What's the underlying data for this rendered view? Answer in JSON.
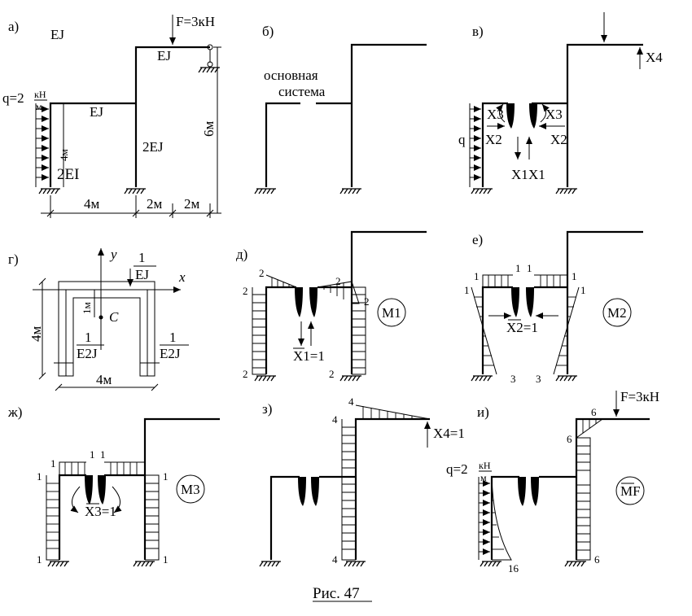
{
  "caption": "Рис. 47",
  "panels": {
    "a": {
      "label": "а)",
      "ej_top_left": "EJ",
      "ej_top": "EJ",
      "ej_beam": "EJ",
      "ej_column": "2EJ",
      "ei_left": "2EI",
      "force": "F=3кН",
      "load_q": "q=2",
      "load_unit_num": "кН",
      "load_unit_den": "м",
      "dim_4m_v": "4м",
      "dim_6m": "6м",
      "dim_4m": "4м",
      "dim_2m_1": "2м",
      "dim_2m_2": "2м"
    },
    "b": {
      "label": "б)",
      "text_line1": "основная",
      "text_line2": "система"
    },
    "v": {
      "label": "в)",
      "x4": "X4",
      "q": "q",
      "x3_left": "X3",
      "x3_right": "X3",
      "x2_left": "X2",
      "x2_right": "X2",
      "x1_left": "X1",
      "x1_right": "X1"
    },
    "g": {
      "label": "г)",
      "x_axis": "x",
      "y_axis": "y",
      "centroid": "C",
      "dim_1m": "1м",
      "top_num": "1",
      "top_den": "EJ",
      "left_num": "1",
      "left_den": "E2J",
      "right_num": "1",
      "right_den": "E2J",
      "dim_4m_v": "4м",
      "dim_4m_h": "4м"
    },
    "d": {
      "label": "д)",
      "v_top_left": "2",
      "v_left_top": "2",
      "v_left_bottom": "2",
      "v_right_top": "2",
      "v_right_mid": "2",
      "v_right_bottom": "2",
      "unit": "X1=1",
      "circle": "M1"
    },
    "e": {
      "label": "е)",
      "v1": "1",
      "v2": "1",
      "v3": "1",
      "v4": "1",
      "v5": "1",
      "v6": "1",
      "v7": "3",
      "v8": "3",
      "unit": "X2=1",
      "circle": "M2"
    },
    "zh": {
      "label": "ж)",
      "v1": "1",
      "v2": "1",
      "v3": "1",
      "v4": "1",
      "v5": "1",
      "v6": "1",
      "v7": "1",
      "unit": "X3=1",
      "circle": "M3"
    },
    "z": {
      "label": "з)",
      "v1": "4",
      "v2": "4",
      "v3": "4",
      "unit": "X4=1"
    },
    "i": {
      "label": "и)",
      "force": "F=3кН",
      "load_q": "q=2",
      "load_unit_num": "кН",
      "load_unit_den": "м",
      "v1": "6",
      "v2": "6",
      "v3": "16",
      "v4": "6",
      "circle": "MF"
    }
  }
}
